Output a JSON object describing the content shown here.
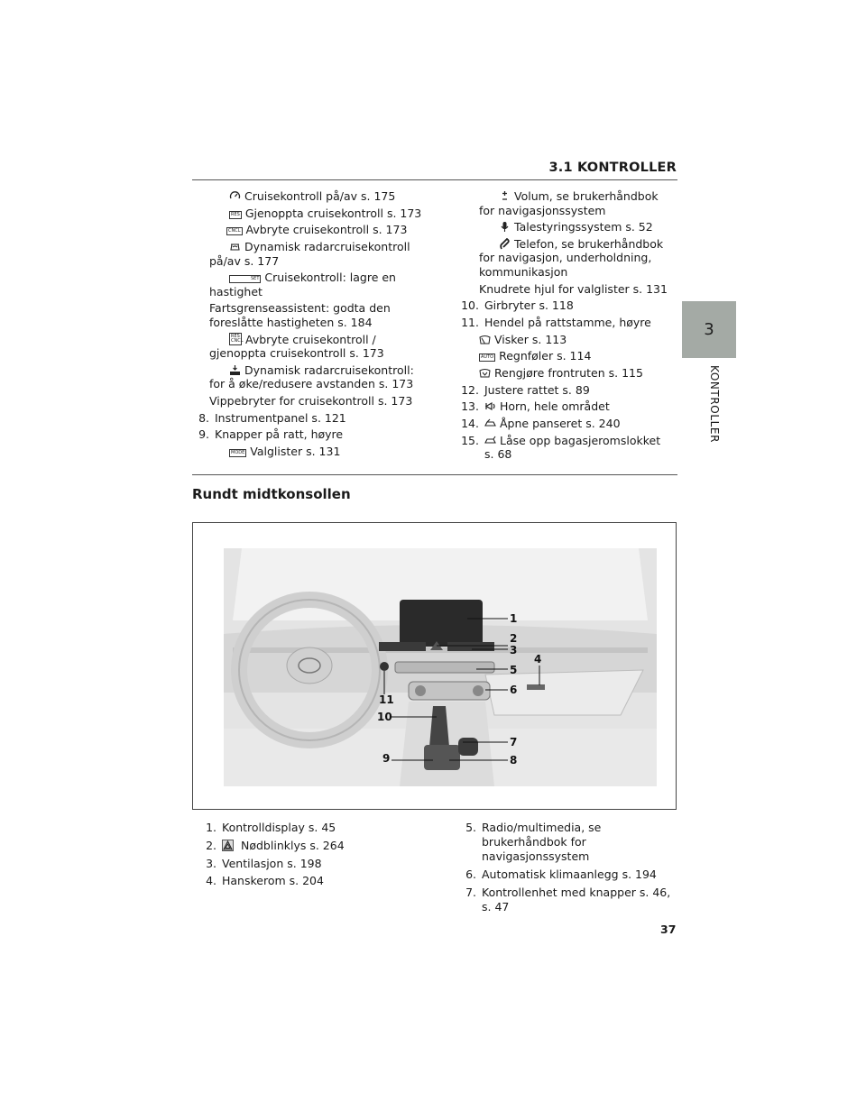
{
  "header": {
    "section_title": "3.1  KONTROLLER"
  },
  "side_tab": {
    "number": "3",
    "label": "KONTROLLER"
  },
  "left_column": {
    "sub_items": [
      {
        "icon": "cruise-control-icon",
        "text": "Cruisekontroll på/av s. 175"
      },
      {
        "icon_text": "RES",
        "text": "Gjenoppta cruisekontroll s. 173"
      },
      {
        "icon_text": "CNCL",
        "text": "Avbryte cruisekontroll s. 173"
      },
      {
        "icon": "radar-cruise-icon",
        "text": "Dynamisk radarcruisekontroll på/av s. 177"
      },
      {
        "icon_text": "SET",
        "text": "Cruisekontroll: lagre en hastighet"
      },
      {
        "icon": "",
        "text": "Fartsgrenseassistent: godta den foreslåtte hastigheten s. 184"
      },
      {
        "icon_text": "RES CNCL",
        "text": "Avbryte cruisekontroll / gjenoppta cruisekontroll s. 173"
      },
      {
        "icon": "distance-icon",
        "text": "Dynamisk radarcruisekontroll: for å øke/redusere avstanden s. 173"
      },
      {
        "icon": "",
        "text": "Vippebryter for cruisekontroll s. 173"
      }
    ],
    "items": [
      {
        "num": "8.",
        "text": "Instrumentpanel s. 121"
      },
      {
        "num": "9.",
        "text": "Knapper på ratt, høyre"
      }
    ],
    "last_sub": {
      "icon_text": "MODE",
      "text": "Valglister s. 131"
    }
  },
  "right_column": {
    "sub_items": [
      {
        "icon": "volume-icon",
        "text": "Volum, se brukerhåndbok for navigasjonssystem"
      },
      {
        "icon": "microphone-icon",
        "text": "Talestyringssystem s. 52"
      },
      {
        "icon": "phone-icon",
        "text": "Telefon, se brukerhåndbok for navigasjon, underholdning, kommunikasjon"
      },
      {
        "icon": "",
        "text": "Knudrete hjul for valglister s. 131"
      }
    ],
    "items": [
      {
        "num": "10.",
        "text": "Girbryter s. 118"
      },
      {
        "num": "11.",
        "text": "Hendel på rattstamme, høyre"
      }
    ],
    "wiper_items": [
      {
        "icon": "wiper-icon",
        "text": "Visker s. 113"
      },
      {
        "icon_text": "AUTO",
        "text": "Regnføler s. 114"
      },
      {
        "icon": "washer-icon",
        "text": "Rengjøre frontruten s. 115"
      }
    ],
    "items2": [
      {
        "num": "12.",
        "text": "Justere rattet s. 89"
      },
      {
        "num": "13.",
        "icon": "horn-icon",
        "text": "Horn, hele området"
      },
      {
        "num": "14.",
        "icon": "hood-icon",
        "text": "Åpne panseret s. 240"
      },
      {
        "num": "15.",
        "icon": "trunk-icon",
        "text": "Låse opp bagasjeromslokket s. 68"
      }
    ]
  },
  "section_heading": "Rundt midtkonsollen",
  "figure_labels": [
    "1",
    "2",
    "3",
    "4",
    "5",
    "6",
    "7",
    "8",
    "9",
    "10",
    "11"
  ],
  "captions_left": [
    {
      "num": "1.",
      "text": "Kontrolldisplay s. 45"
    },
    {
      "num": "2.",
      "icon": "hazard-icon",
      "text": "Nødblinklys s. 264"
    },
    {
      "num": "3.",
      "text": "Ventilasjon s. 198"
    },
    {
      "num": "4.",
      "text": "Hanskerom s. 204"
    }
  ],
  "captions_right": [
    {
      "num": "5.",
      "text": "Radio/multimedia, se brukerhåndbok for navigasjonssystem"
    },
    {
      "num": "6.",
      "text": "Automatisk klimaanlegg s. 194"
    },
    {
      "num": "7.",
      "text": "Kontrollenhet med knapper s. 46, s. 47"
    }
  ],
  "page_number": "37"
}
